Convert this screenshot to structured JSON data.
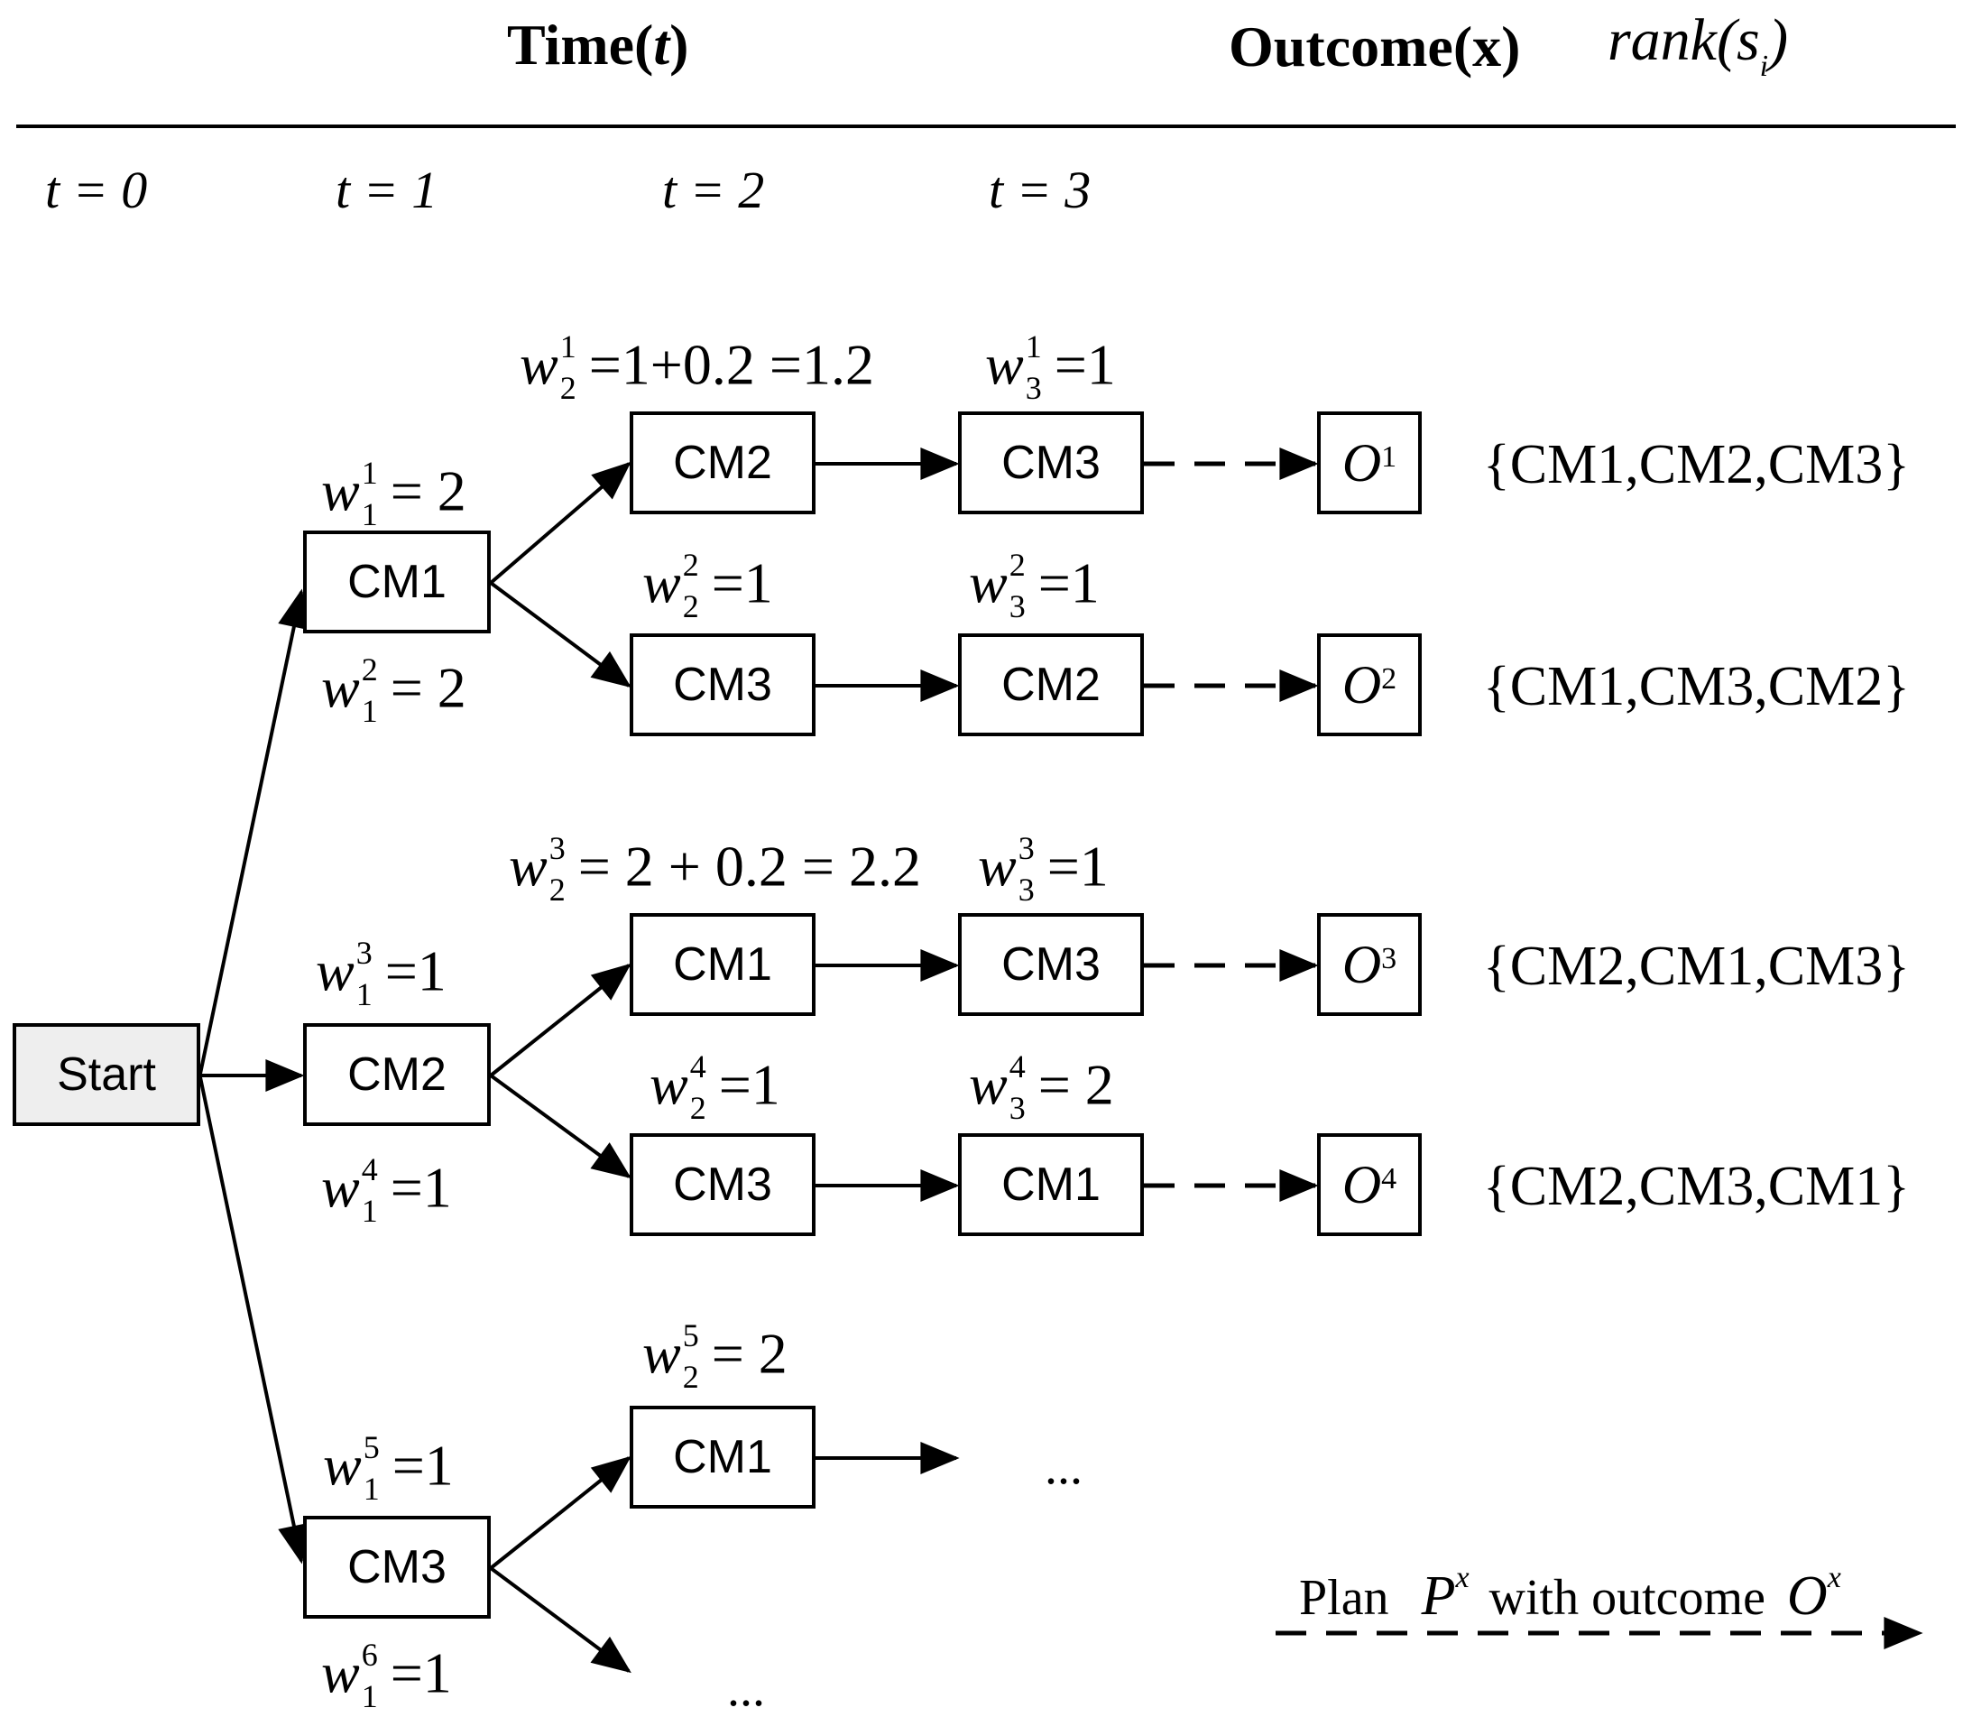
{
  "header": {
    "time_label": "Time(t)",
    "time_word": "Time(",
    "time_var": "t",
    "time_close": ")",
    "outcome_label": "Outcome(x)",
    "rank_label": "rank(s_i)"
  },
  "time_steps": [
    "t = 0",
    "t = 1",
    "t = 2",
    "t = 3"
  ],
  "nodes": {
    "start": "Start",
    "l1_a": "CM1",
    "l1_b": "CM2",
    "l1_c": "CM3",
    "l2_a": "CM2",
    "l2_b": "CM3",
    "l2_c": "CM1",
    "l2_d": "CM3",
    "l2_e": "CM1",
    "l3_a": "CM3",
    "l3_b": "CM2",
    "l3_c": "CM3",
    "l3_d": "CM1"
  },
  "weights": {
    "w1_1": {
      "sup": "1",
      "sub": "1",
      "rhs": "= 2"
    },
    "w1_2": {
      "sup": "2",
      "sub": "1",
      "rhs": "= 2"
    },
    "w1_3": {
      "sup": "3",
      "sub": "1",
      "rhs": "=1"
    },
    "w1_4": {
      "sup": "4",
      "sub": "1",
      "rhs": "=1"
    },
    "w1_5": {
      "sup": "5",
      "sub": "1",
      "rhs": "=1"
    },
    "w1_6": {
      "sup": "6",
      "sub": "1",
      "rhs": "=1"
    },
    "w2_1": {
      "sup": "1",
      "sub": "2",
      "rhs": "=1+0.2 =1.2"
    },
    "w2_2": {
      "sup": "2",
      "sub": "2",
      "rhs": "=1"
    },
    "w2_3": {
      "sup": "3",
      "sub": "2",
      "rhs": "= 2 + 0.2 = 2.2"
    },
    "w2_4": {
      "sup": "4",
      "sub": "2",
      "rhs": "=1"
    },
    "w2_5": {
      "sup": "5",
      "sub": "2",
      "rhs": "= 2"
    },
    "w3_1": {
      "sup": "1",
      "sub": "3",
      "rhs": "=1"
    },
    "w3_2": {
      "sup": "2",
      "sub": "3",
      "rhs": "=1"
    },
    "w3_3": {
      "sup": "3",
      "sub": "3",
      "rhs": "=1"
    },
    "w3_4": {
      "sup": "4",
      "sub": "3",
      "rhs": "= 2"
    }
  },
  "outcomes": [
    {
      "symbol": "O",
      "index": "1",
      "rank": "{CM1,CM2,CM3}"
    },
    {
      "symbol": "O",
      "index": "2",
      "rank": "{CM1,CM3,CM2}"
    },
    {
      "symbol": "O",
      "index": "3",
      "rank": "{CM2,CM1,CM3}"
    },
    {
      "symbol": "O",
      "index": "4",
      "rank": "{CM2,CM3,CM1}"
    }
  ],
  "ellipsis": "...",
  "legend": {
    "plan": "Plan",
    "plan_symbol": "P",
    "plan_sup": "x",
    "with_outcome": "with outcome",
    "outcome_symbol": "O",
    "outcome_sup": "x"
  },
  "colors": {
    "line": "#000000",
    "start_fill": "#eeeeee"
  }
}
